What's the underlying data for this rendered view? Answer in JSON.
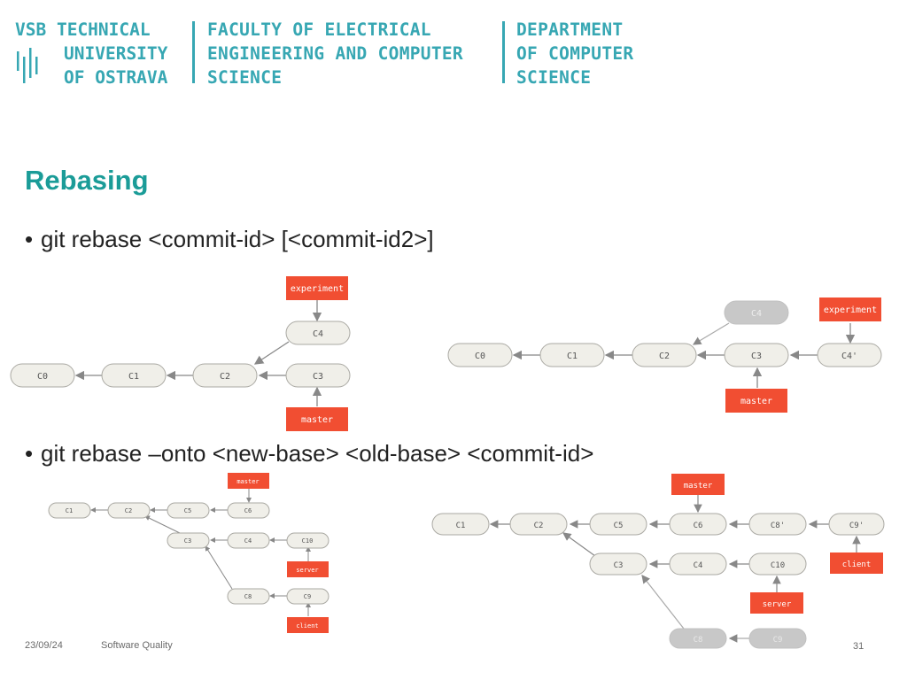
{
  "header": {
    "university": [
      "VSB TECHNICAL",
      "UNIVERSITY",
      "OF OSTRAVA"
    ],
    "faculty": [
      "FACULTY OF ELECTRICAL",
      "ENGINEERING AND COMPUTER",
      "SCIENCE"
    ],
    "department": [
      "DEPARTMENT",
      "OF COMPUTER",
      "SCIENCE"
    ]
  },
  "slide": {
    "title": "Rebasing",
    "bullets": [
      "git rebase <commit-id> [<commit-id2>]",
      "git rebase –onto <new-base> <old-base> <commit-id>"
    ]
  },
  "diagrams": {
    "d1": {
      "commits": [
        "C0",
        "C1",
        "C2",
        "C4",
        "C3"
      ],
      "labels": [
        "experiment",
        "master"
      ]
    },
    "d2": {
      "commits": [
        "C0",
        "C1",
        "C2",
        "C3",
        "C4'",
        "C4"
      ],
      "labels": [
        "experiment",
        "master"
      ]
    },
    "d3": {
      "commits": [
        "C1",
        "C2",
        "C5",
        "C6",
        "C3",
        "C4",
        "C10",
        "C8",
        "C9"
      ],
      "labels": [
        "master",
        "server",
        "client"
      ]
    },
    "d4": {
      "commits": [
        "C1",
        "C2",
        "C5",
        "C6",
        "C8'",
        "C9'",
        "C3",
        "C4",
        "C10",
        "C8",
        "C9"
      ],
      "labels": [
        "master",
        "client",
        "server"
      ]
    }
  },
  "footer": {
    "date": "23/09/24",
    "course": "Software Quality",
    "page": "31"
  },
  "colors": {
    "brand_teal": "#37a7b3",
    "title_teal": "#1b9c98",
    "branch_label": "#f14e32",
    "commit_fill": "#f0efe9",
    "ghost_commit": "#c8c8c8"
  }
}
